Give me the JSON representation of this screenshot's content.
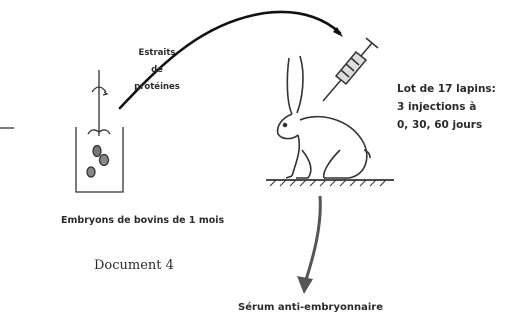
{
  "labels": {
    "extract": [
      "Estraits",
      "de",
      "protéines"
    ],
    "lot": [
      "Lot de 17 lapins:",
      "3 injections à",
      "0, 30, 60 jours"
    ],
    "embryos": "Embryons de bovins de 1 mois",
    "document": "Document 4",
    "serum": "Sérum anti-embryonnaire"
  },
  "colors": {
    "ink": "#2b2b2b",
    "arc": "#111111"
  }
}
